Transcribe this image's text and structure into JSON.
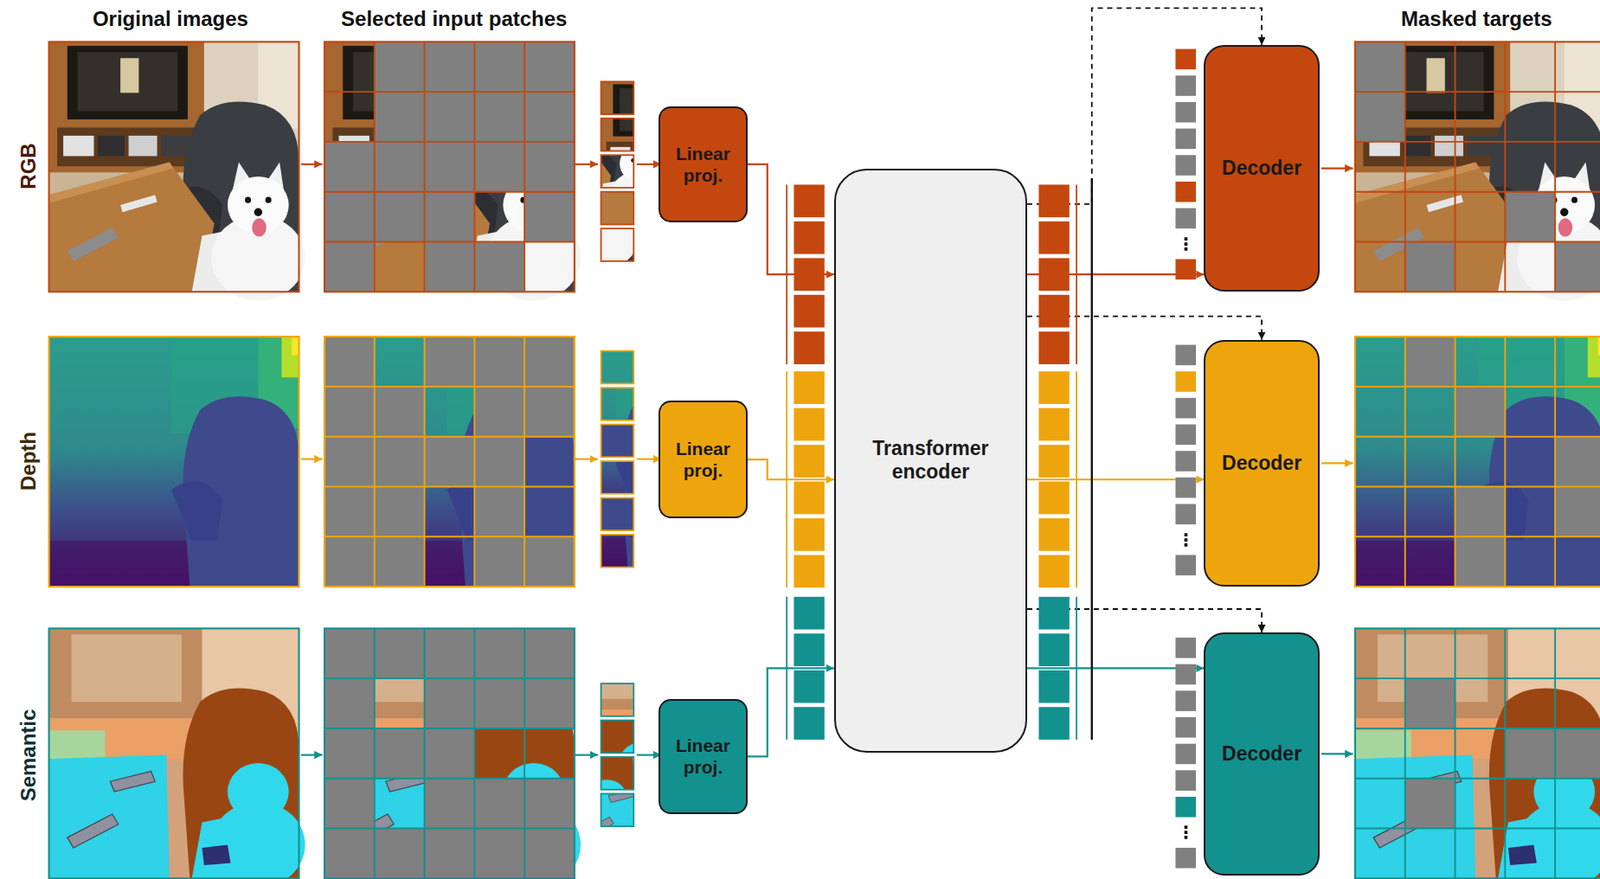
{
  "diagram": {
    "nodes": [
      {
        "text": [
          "Linear proj."
        ]
      },
      {
        "text": [
          "Linear proj."
        ]
      },
      {
        "text": [
          "Linear proj."
        ]
      },
      {
        "text": [
          "Transformer encoder"
        ]
      },
      {
        "text": [
          "Decoder"
        ]
      },
      {
        "text": [
          "Decoder"
        ]
      },
      {
        "text": [
          "Decoder"
        ]
      }
    ],
    "edges": [
      {
        "from": 0,
        "to": 3,
        "arrow": "to"
      },
      {
        "from": 1,
        "to": 3,
        "arrow": "to"
      },
      {
        "from": 2,
        "to": 3,
        "arrow": "to"
      },
      {
        "from": 3,
        "to": 4,
        "arrow": "to"
      },
      {
        "from": 3,
        "to": 5,
        "arrow": "to"
      },
      {
        "from": 3,
        "to": 6,
        "arrow": "to"
      },
      {
        "from": 3,
        "to": 4,
        "arrow": "to"
      },
      {
        "from": 3,
        "to": 5,
        "arrow": "to"
      },
      {
        "from": 3,
        "to": 6,
        "arrow": "to"
      }
    ],
    "labels": [
      "Original images",
      "Selected input patches",
      "Masked targets",
      "RGB",
      "Depth",
      "Semantic",
      "⋮",
      "⋮",
      "⋮"
    ]
  }
}
